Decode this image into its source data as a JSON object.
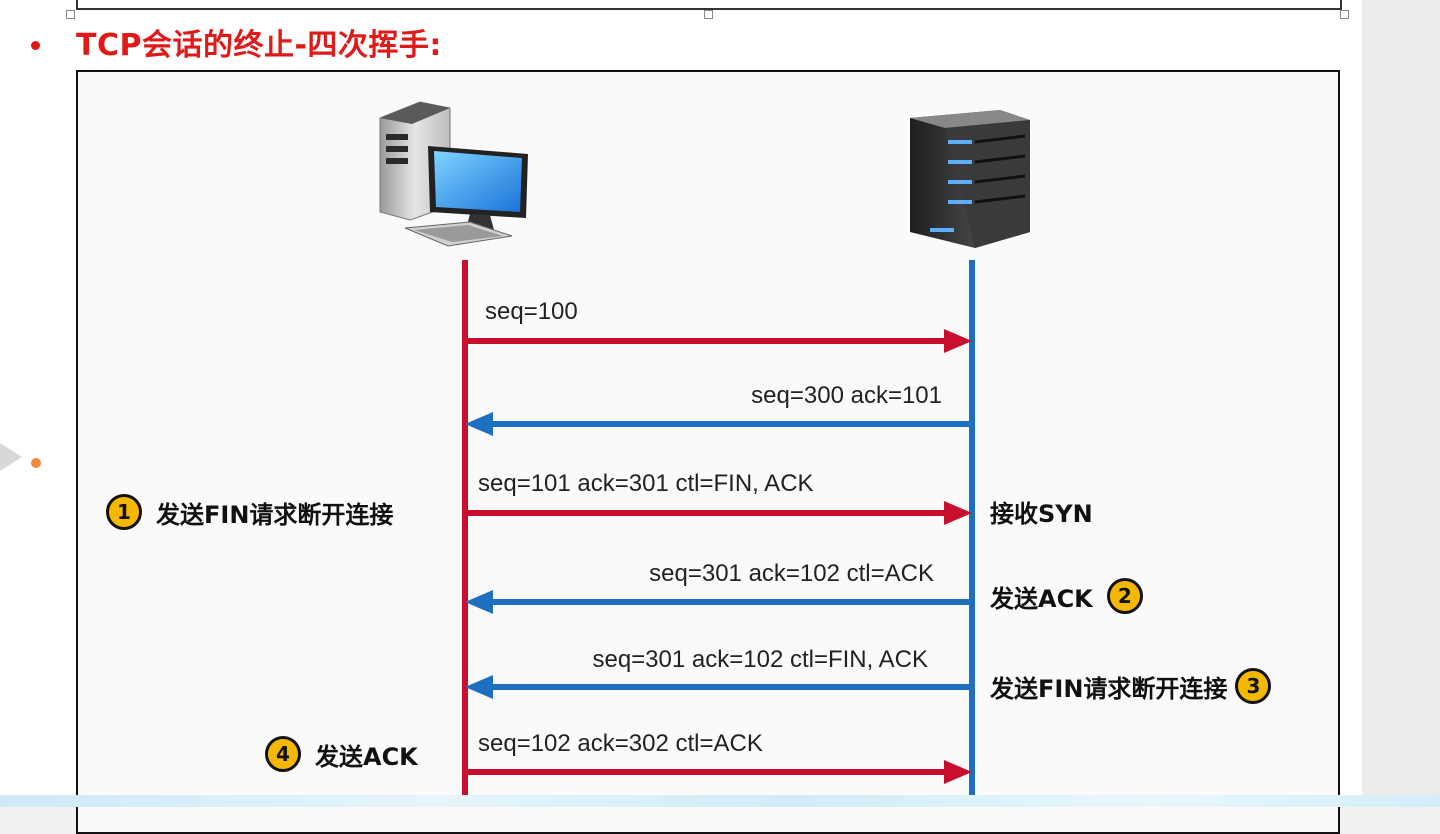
{
  "slide": {
    "title": "TCP会话的终止-四次挥手:",
    "title_color": "#e01919"
  },
  "colors": {
    "client_line": "#c8102e",
    "server_line": "#1f6fc0",
    "badge_fill": "#f5b800"
  },
  "hosts": {
    "client_icon": "desktop-computer-icon",
    "server_icon": "rack-server-icon"
  },
  "messages": [
    {
      "label": "seq=100",
      "direction": "client-to-server"
    },
    {
      "label": "seq=300 ack=101",
      "direction": "server-to-client"
    },
    {
      "label": "seq=101 ack=301 ctl=FIN, ACK",
      "direction": "client-to-server"
    },
    {
      "label": "seq=301 ack=102 ctl=ACK",
      "direction": "server-to-client"
    },
    {
      "label": "seq=301 ack=102 ctl=FIN, ACK",
      "direction": "server-to-client"
    },
    {
      "label": "seq=102 ack=302 ctl=ACK",
      "direction": "client-to-server"
    }
  ],
  "steps": {
    "step1": {
      "number": "1",
      "text": "发送FIN请求断开连接"
    },
    "step2": {
      "number": "2",
      "text": "发送ACK"
    },
    "step3": {
      "number": "3",
      "text": "发送FIN请求断开连接"
    },
    "step4": {
      "number": "4",
      "text": "发送ACK"
    },
    "receive": {
      "text": "接收SYN"
    }
  }
}
